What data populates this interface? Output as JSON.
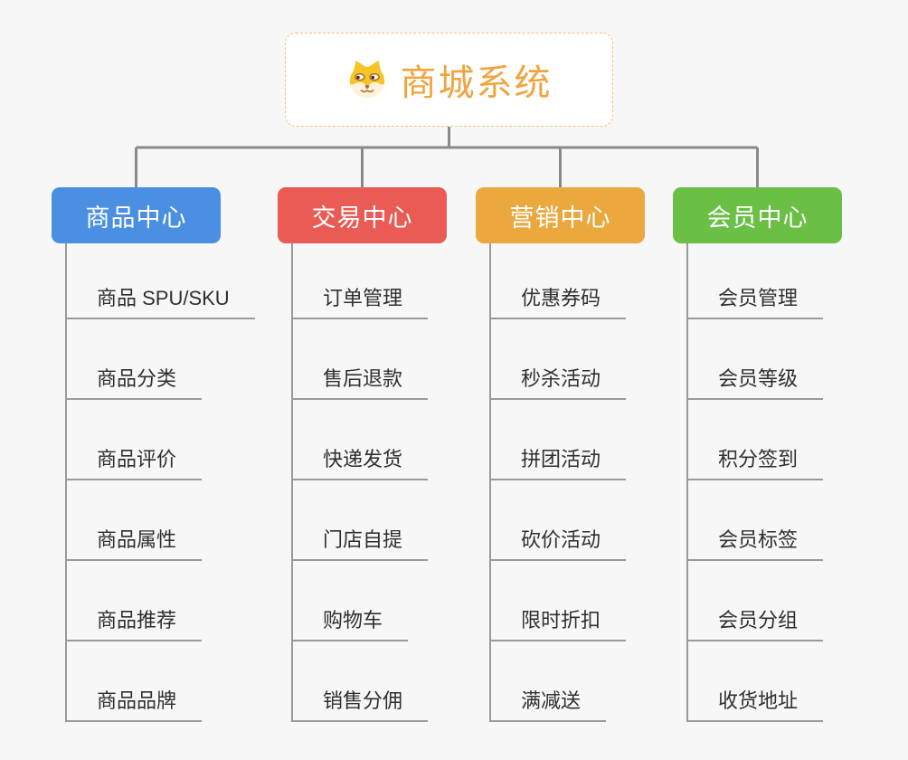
{
  "background": "#f7f7f7",
  "connector_color": "#8a8a8a",
  "leaf_line_color": "#9a9a9a",
  "root": {
    "label": "商城系统",
    "icon": "dog-face-icon",
    "text_color": "#f0a43e",
    "border_color": "#f3c27a"
  },
  "branches": [
    {
      "label": "商品中心",
      "color": "#4a8fe2",
      "items": [
        "商品 SPU/SKU",
        "商品分类",
        "商品评价",
        "商品属性",
        "商品推荐",
        "商品品牌"
      ]
    },
    {
      "label": "交易中心",
      "color": "#ea5b55",
      "items": [
        "订单管理",
        "售后退款",
        "快递发货",
        "门店自提",
        "购物车",
        "销售分佣"
      ]
    },
    {
      "label": "营销中心",
      "color": "#eaa83e",
      "items": [
        "优惠券码",
        "秒杀活动",
        "拼团活动",
        "砍价活动",
        "限时折扣",
        "满减送"
      ]
    },
    {
      "label": "会员中心",
      "color": "#6abf45",
      "items": [
        "会员管理",
        "会员等级",
        "积分签到",
        "会员标签",
        "会员分组",
        "收货地址"
      ]
    }
  ]
}
